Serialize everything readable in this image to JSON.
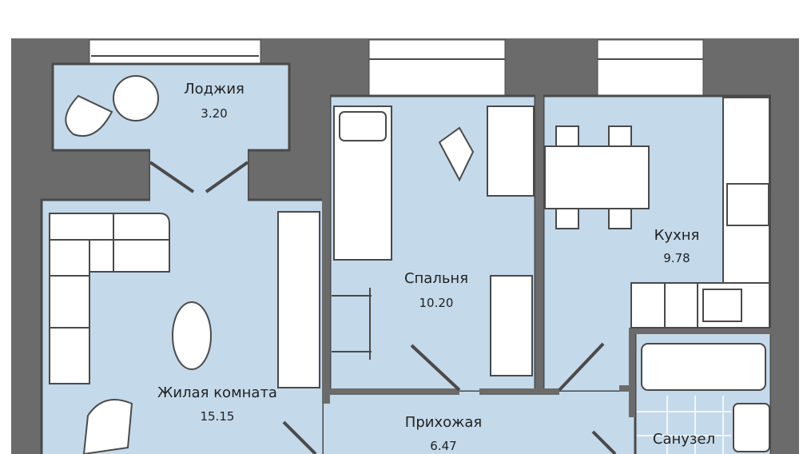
{
  "colors": {
    "wall": "#6b6b6b",
    "room": "#c4d9ea",
    "outline": "#4a4a4a"
  },
  "rooms": [
    {
      "name": "Лоджия",
      "area": "3.20"
    },
    {
      "name": "Спальня",
      "area": "10.20"
    },
    {
      "name": "Кухня",
      "area": "9.78"
    },
    {
      "name": "Жилая комната",
      "area": "15.15"
    },
    {
      "name": "Прихожая",
      "area": "6.47"
    },
    {
      "name": "Санузел",
      "area": ""
    }
  ]
}
